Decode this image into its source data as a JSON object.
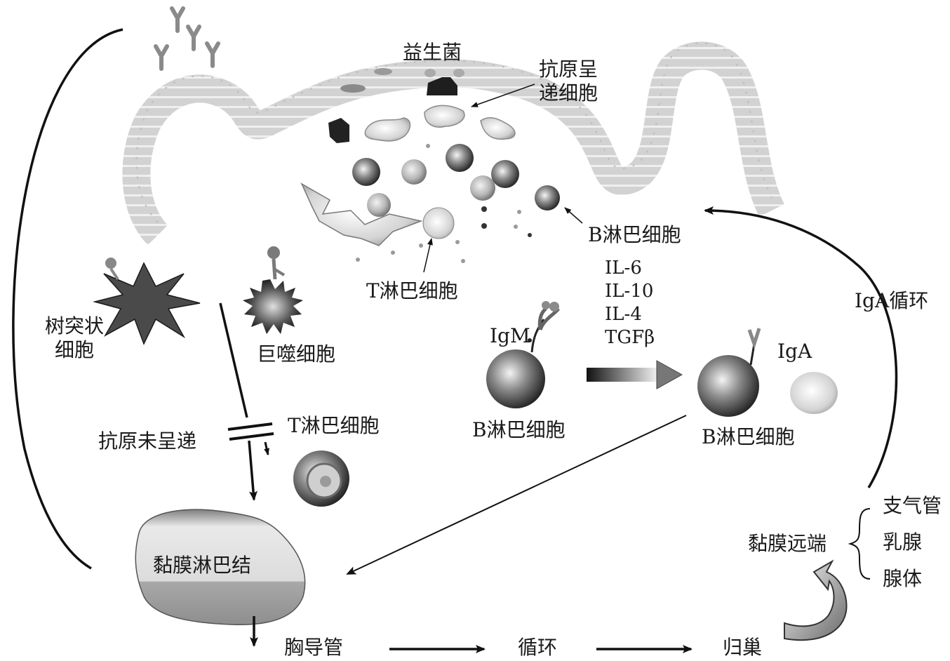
{
  "labels": {
    "probiotics": "益生菌",
    "apc_line1": "抗原呈",
    "apc_line2": "递细胞",
    "b_lymph_top": "B淋巴细胞",
    "t_lymph_top": "T淋巴细胞",
    "dendritic_line1": "树突状",
    "dendritic_line2": "细胞",
    "macrophage": "巨噬细胞",
    "igm": "IgM",
    "b_lymph_left": "B淋巴细胞",
    "iga": "IgA",
    "b_lymph_right": "B淋巴细胞",
    "antigen_not_presented": "抗原未呈递",
    "t_lymph_mid": "T淋巴细胞",
    "mucosal_lymph_node": "黏膜淋巴结",
    "thoracic_duct": "胸导管",
    "circulation": "循环",
    "homing": "归巢",
    "distal_mucosa": "黏膜远端",
    "bronchus": "支气管",
    "mammary": "乳腺",
    "gland": "腺体",
    "iga_circulation": "IgA循环"
  },
  "cytokines": [
    "IL-6",
    "IL-10",
    "IL-4",
    "TGFβ"
  ],
  "colors": {
    "line": "#111111",
    "cell_dark": "#2b2b2b",
    "cell_mid": "#8a8a8a",
    "cell_light": "#d8d8d8",
    "epithelium": "#c9c9c9",
    "node_top": "#e6e6e6",
    "node_bottom": "#9a9a9a"
  }
}
